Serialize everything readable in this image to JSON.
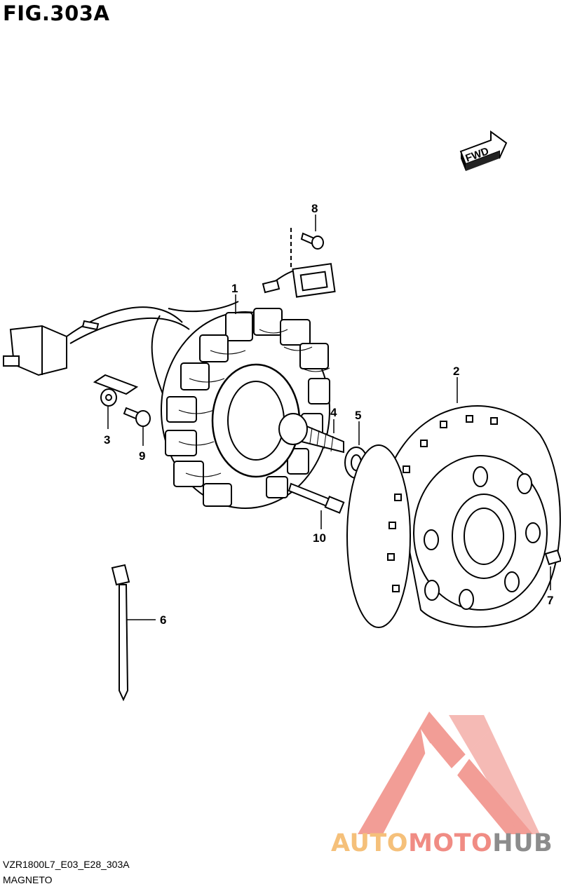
{
  "figure": {
    "title": "FIG.303A",
    "model_code": "VZR1800L7_E03_E28_303A",
    "section_name": "MAGNETO"
  },
  "fwd_marker": {
    "label": "FWD"
  },
  "callouts": [
    {
      "id": "1",
      "part": "stator"
    },
    {
      "id": "2",
      "part": "rotor"
    },
    {
      "id": "3",
      "part": "clamp"
    },
    {
      "id": "4",
      "part": "rotor-bolt"
    },
    {
      "id": "5",
      "part": "washer"
    },
    {
      "id": "6",
      "part": "cable-tie"
    },
    {
      "id": "7",
      "part": "key"
    },
    {
      "id": "8",
      "part": "screw"
    },
    {
      "id": "9",
      "part": "clamp-screw"
    },
    {
      "id": "10",
      "part": "stator-bolt"
    }
  ],
  "watermark": {
    "part1": "AUTO",
    "part2": "MOTO",
    "part3": "HUB",
    "colors": {
      "auto": "#f5c07a",
      "moto": "#f08c84",
      "hub": "#8c8c8c",
      "logo": "#f08c84"
    }
  }
}
